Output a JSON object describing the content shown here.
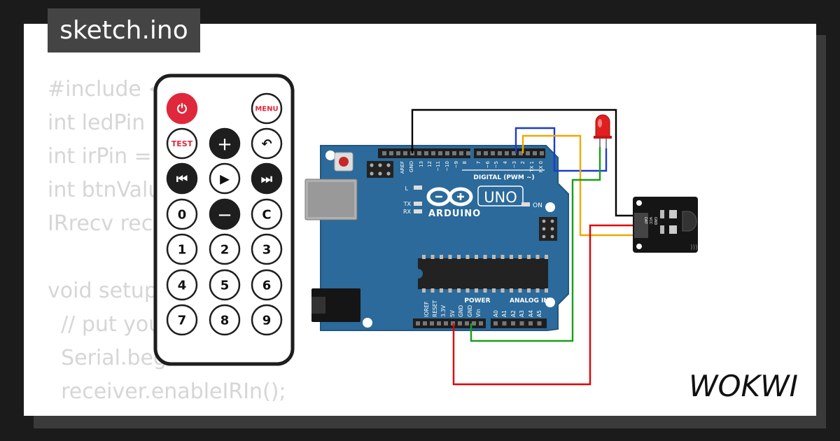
{
  "title": "sketch.ino",
  "code_lines": [
    "#include <",
    "int ledPin =",
    "int irPin =",
    "int btnValue",
    "IRrecv rece",
    "",
    "void setup",
    "  // put you               he",
    "  Serial.begi",
    "  receiver.enableIRIn();",
    "}"
  ],
  "remote": {
    "buttons": [
      {
        "label": "⏻",
        "name": "remote-power-button",
        "style": "red"
      },
      {
        "label": "",
        "name": "remote-spacer",
        "style": "none"
      },
      {
        "label": "MENU",
        "name": "remote-menu-button",
        "style": "white"
      },
      {
        "label": "TEST",
        "name": "remote-test-button",
        "style": "white"
      },
      {
        "label": "+",
        "name": "remote-plus-button",
        "style": "black"
      },
      {
        "label": "↶",
        "name": "remote-back-button",
        "style": "white"
      },
      {
        "label": "⏮",
        "name": "remote-prev-button",
        "style": "black"
      },
      {
        "label": "▶",
        "name": "remote-play-button",
        "style": "white"
      },
      {
        "label": "⏭",
        "name": "remote-next-button",
        "style": "black"
      },
      {
        "label": "0",
        "name": "remote-0-button",
        "style": "white"
      },
      {
        "label": "−",
        "name": "remote-minus-button",
        "style": "black"
      },
      {
        "label": "C",
        "name": "remote-c-button",
        "style": "white"
      },
      {
        "label": "1",
        "name": "remote-1-button",
        "style": "white"
      },
      {
        "label": "2",
        "name": "remote-2-button",
        "style": "white"
      },
      {
        "label": "3",
        "name": "remote-3-button",
        "style": "white"
      },
      {
        "label": "4",
        "name": "remote-4-button",
        "style": "white"
      },
      {
        "label": "5",
        "name": "remote-5-button",
        "style": "white"
      },
      {
        "label": "6",
        "name": "remote-6-button",
        "style": "white"
      },
      {
        "label": "7",
        "name": "remote-7-button",
        "style": "white"
      },
      {
        "label": "8",
        "name": "remote-8-button",
        "style": "white"
      },
      {
        "label": "9",
        "name": "remote-9-button",
        "style": "white"
      }
    ]
  },
  "arduino": {
    "brand": "ARDUINO",
    "model": "UNO",
    "on_label": "ON",
    "l_label": "L",
    "tx_label": "TX",
    "rx_label": "RX",
    "digital_label": "DIGITAL (PWM ~)",
    "power_label": "POWER",
    "analog_label": "ANALOG IN",
    "top_pins": [
      "AREF",
      "GND",
      "13",
      "12",
      "~11",
      "~10",
      "~9",
      "8",
      "7",
      "~6",
      "~5",
      "4",
      "~3",
      "2",
      "TX 1",
      "RX 0"
    ],
    "bottom_pins": [
      "IOREF",
      "RESET",
      "3.3V",
      "5V",
      "GND",
      "GND",
      "Vin",
      "A0",
      "A1",
      "A2",
      "A3",
      "A4",
      "A5"
    ]
  },
  "ir_sensor": {
    "pins": [
      "GND",
      "VCC",
      "DAT"
    ]
  },
  "brand": "WOKWI",
  "colors": {
    "board": "#2b6a9a",
    "wire_red": "#e00000",
    "wire_green": "#18a018",
    "wire_blue": "#1a3cd0",
    "wire_orange": "#f0a800",
    "wire_black": "#000000",
    "led": "#e02020"
  }
}
